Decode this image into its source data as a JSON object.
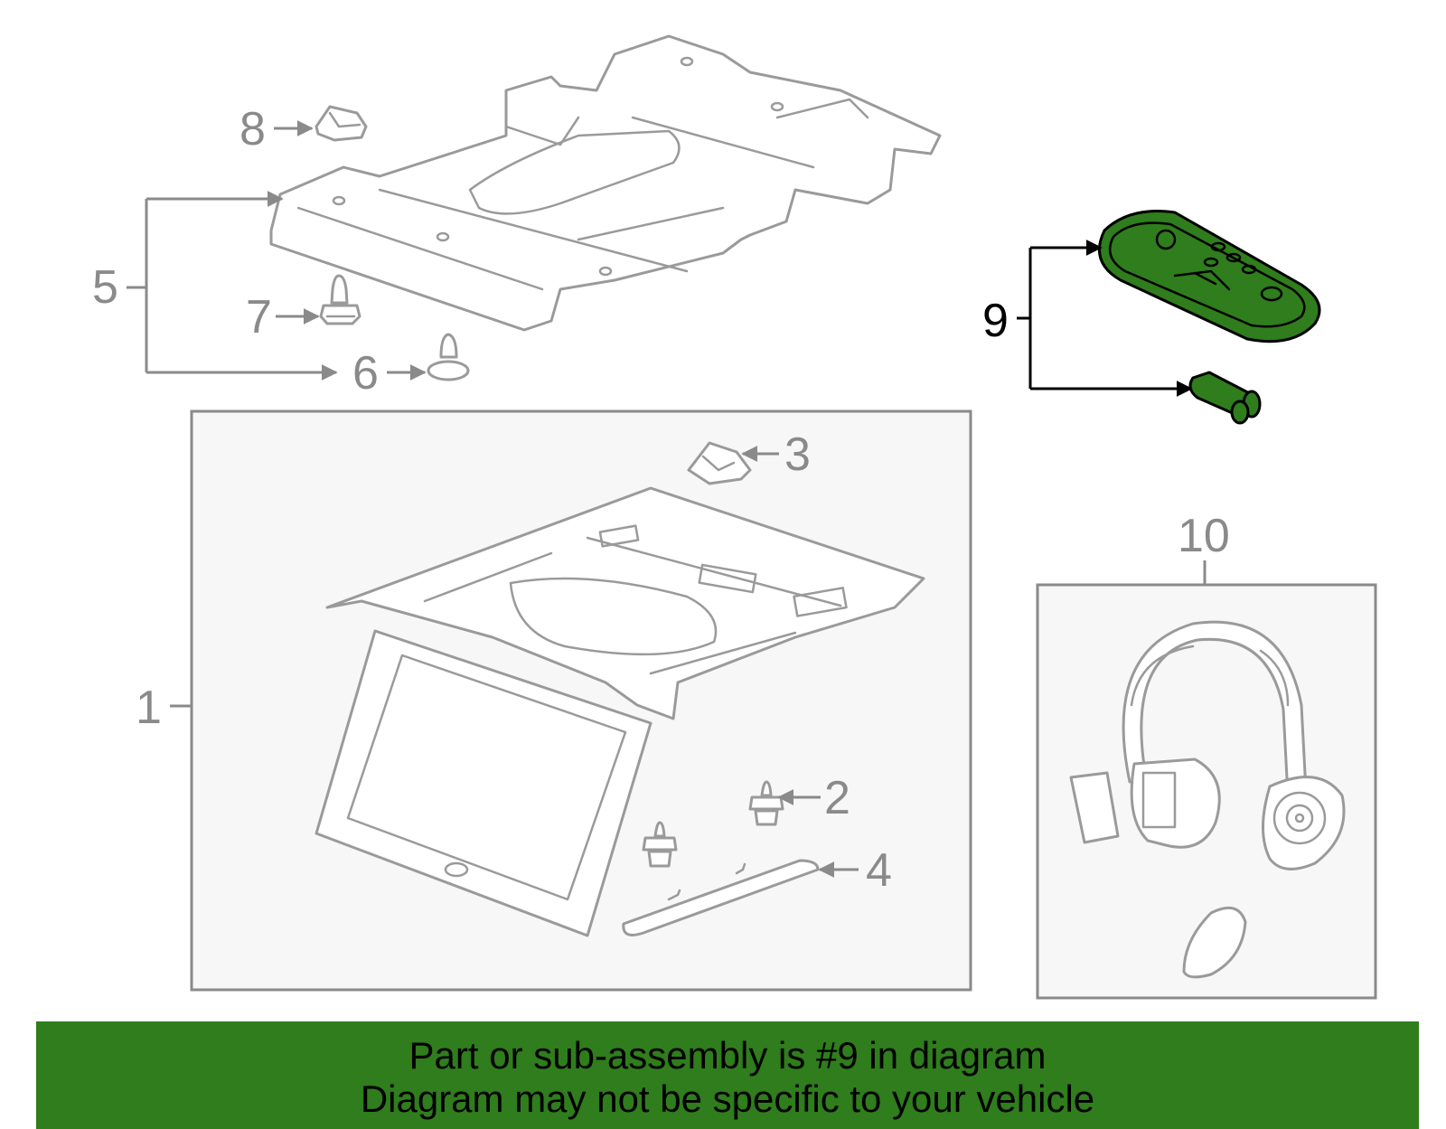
{
  "callouts": {
    "c1": "1",
    "c2": "2",
    "c3": "3",
    "c4": "4",
    "c5": "5",
    "c6": "6",
    "c7": "7",
    "c8": "8",
    "c9": "9",
    "c10": "10"
  },
  "banner": {
    "line1": "Part or sub-assembly is #9 in diagram",
    "line2": "Diagram may not be specific to your vehicle"
  },
  "colors": {
    "highlight": "#2f7d1c",
    "banner_bg": "#2f7d1c",
    "line_art": "#9a9a9a",
    "selected_label": "#000000"
  },
  "selected_part": "9"
}
